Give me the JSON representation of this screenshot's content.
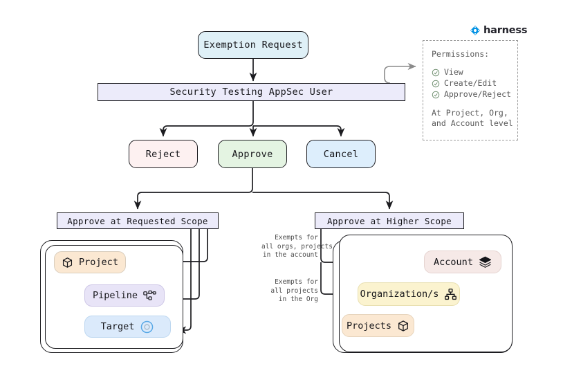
{
  "brand": {
    "name": "harness",
    "logo_icon": "harness-diamond-icon",
    "color": "#0092e4"
  },
  "flow": {
    "start": {
      "label": "Exemption Request",
      "color": "#dff0f7"
    },
    "actor": {
      "label": "Security Testing AppSec User",
      "color": "#ecebfa"
    },
    "actions": [
      {
        "label": "Reject",
        "color": "#fdf1f1"
      },
      {
        "label": "Approve",
        "color": "#e4f4e2"
      },
      {
        "label": "Cancel",
        "color": "#ddeefc"
      }
    ],
    "scopes": [
      {
        "label": "Approve at Requested Scope",
        "color": "#ecebfa"
      },
      {
        "label": "Approve at Higher Scope",
        "color": "#ecebfa"
      }
    ]
  },
  "permissions": {
    "title": "Permissions:",
    "items": [
      {
        "label": "View",
        "icon": "check-circle-icon"
      },
      {
        "label": "Create/Edit",
        "icon": "check-circle-icon"
      },
      {
        "label": "Approve/Reject",
        "icon": "check-circle-icon"
      }
    ],
    "footer_line1": "At Project, Org,",
    "footer_line2": "and Account level"
  },
  "requested_scope": {
    "resources": [
      {
        "label": "Project",
        "icon": "cube-icon",
        "color": "#fbe8d2"
      },
      {
        "label": "Pipeline",
        "icon": "pipeline-nodes-icon",
        "color": "#e8e4f7"
      },
      {
        "label": "Target",
        "icon": "target-ring-icon",
        "color": "#dbeafb"
      }
    ]
  },
  "higher_scope": {
    "resources": [
      {
        "label": "Account",
        "icon": "layers-icon",
        "color": "#f6e9e7"
      },
      {
        "label": "Organization/s",
        "icon": "org-chart-icon",
        "color": "#fbf3cf"
      },
      {
        "label": "Projects",
        "icon": "cube-icon",
        "color": "#fbe8d2"
      }
    ],
    "annotations": [
      {
        "text": "Exempts for\nall orgs, projects\nin the account"
      },
      {
        "text": "Exempts for\nall projects\nin the Org"
      }
    ]
  }
}
